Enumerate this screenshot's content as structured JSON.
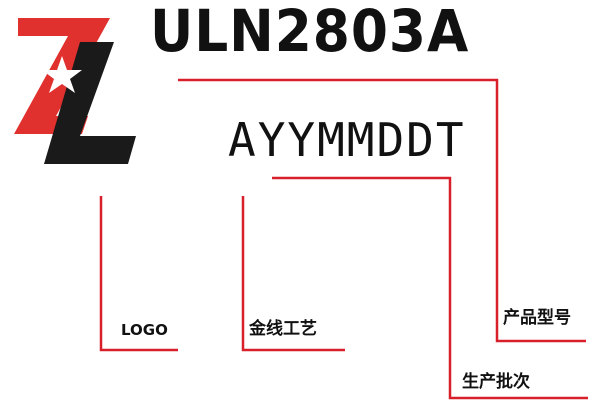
{
  "logo": {
    "name": "ZL-logo",
    "colors": {
      "red": "#e0312e",
      "black": "#1a1a1a",
      "star": "#ffffff"
    }
  },
  "marking": {
    "part_number": "ULN2803A",
    "batch_code": "AYYMMDDT"
  },
  "labels": {
    "logo": "LOGO",
    "wire_process": "金线工艺",
    "model": "产品型号",
    "batch": "生产批次"
  },
  "colors": {
    "leader_line": "#d8202a",
    "text": "#111111"
  }
}
